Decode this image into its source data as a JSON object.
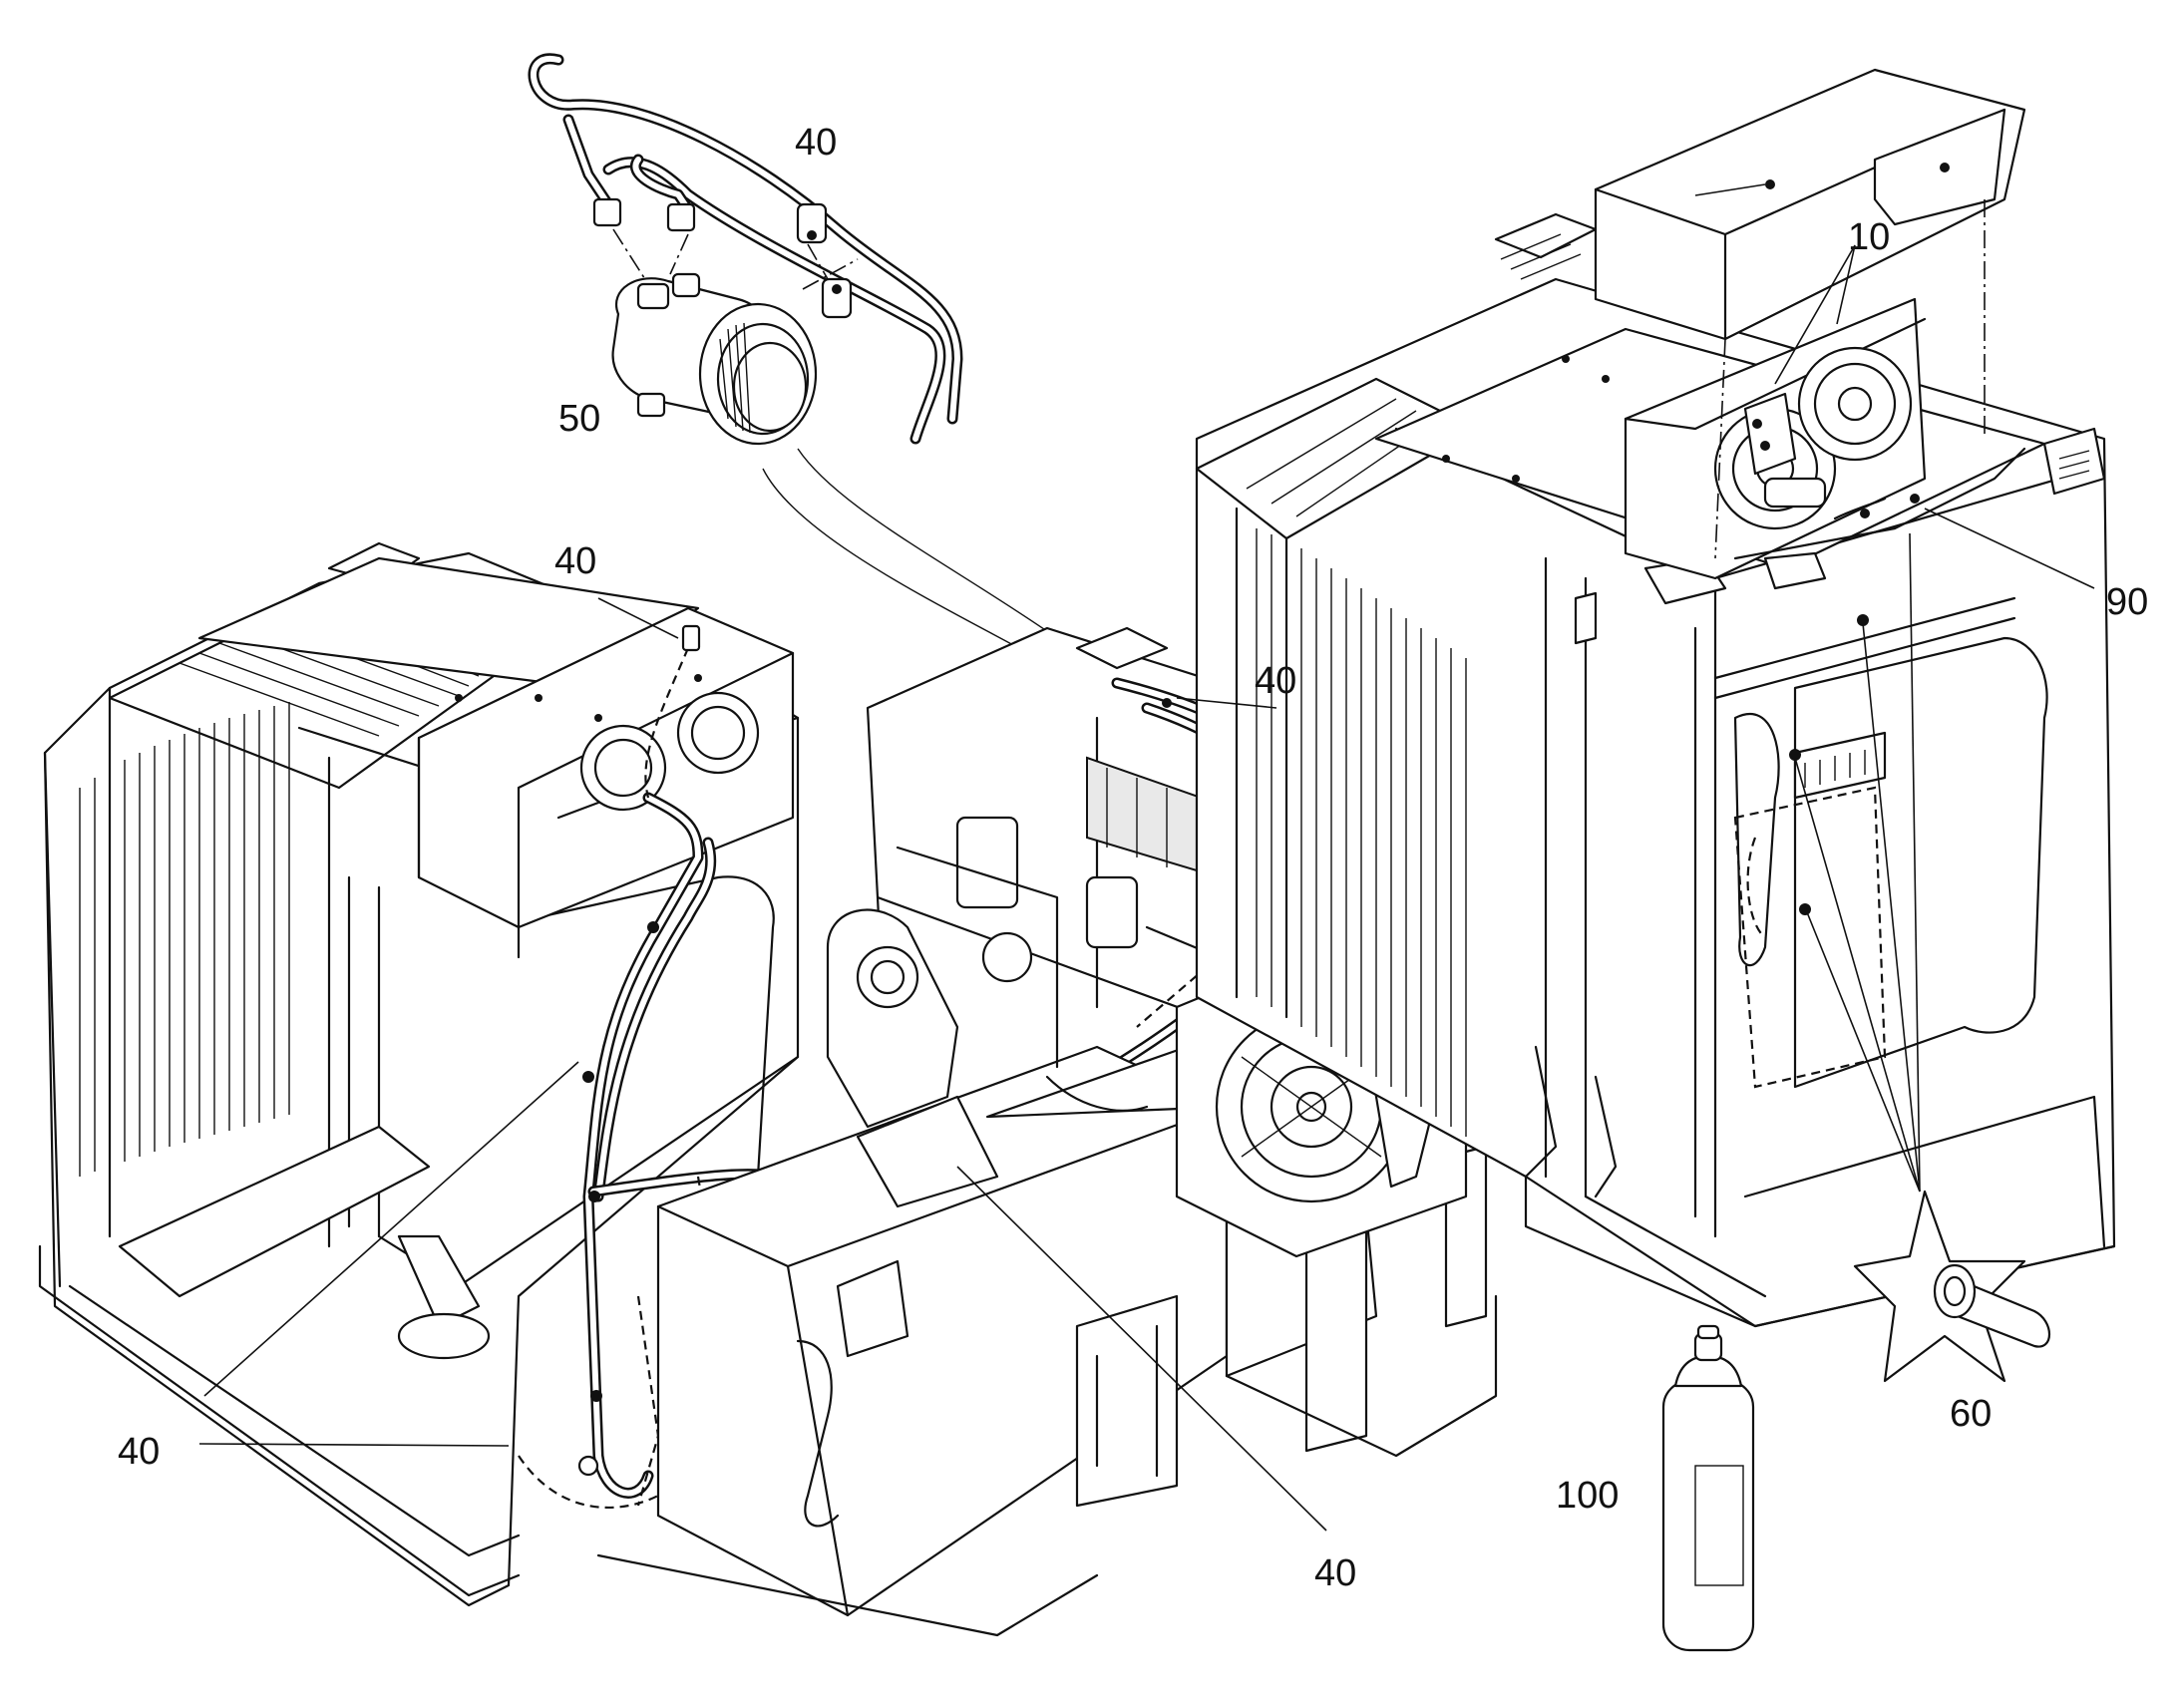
{
  "callouts": {
    "c40_detail": "40",
    "c50": "50",
    "c10": "10",
    "c90": "90",
    "c40_mid_left": "40",
    "c40_mid_center": "40",
    "c40_lower_left": "40",
    "c40_bottom": "40",
    "c60": "60",
    "c100": "100"
  }
}
